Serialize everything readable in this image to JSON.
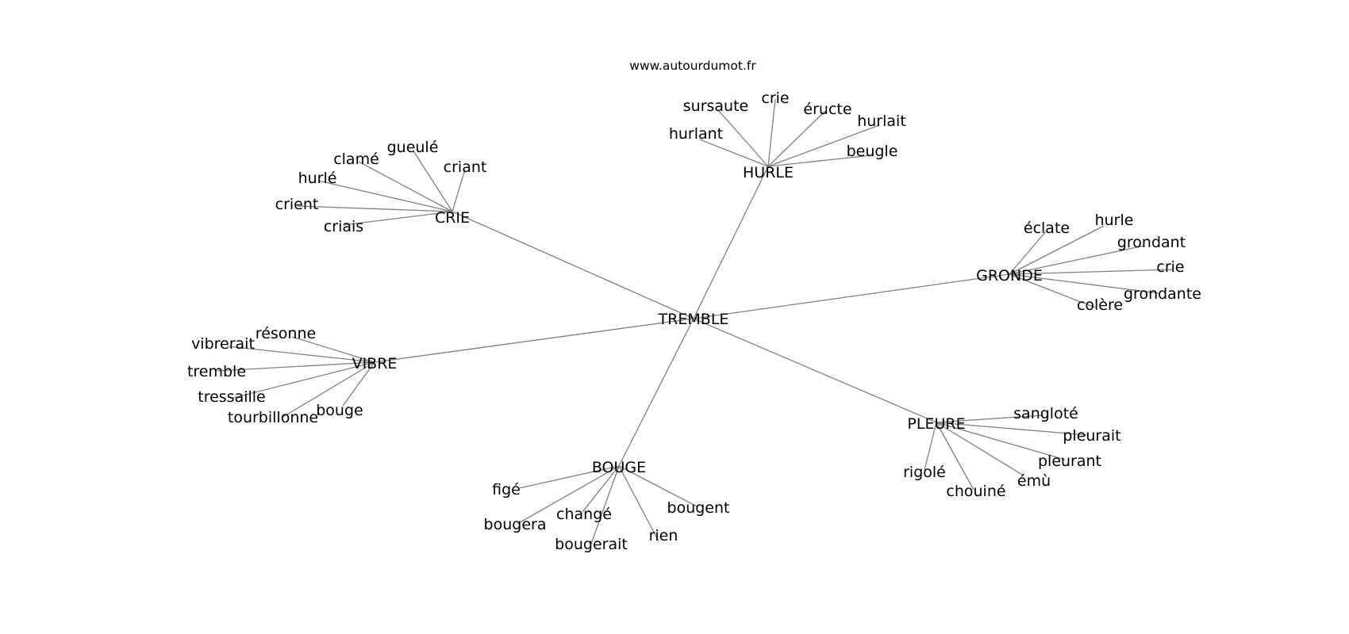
{
  "site_label": "www.autourdumot.fr",
  "center": "TREMBLE",
  "hubs": [
    {
      "label": "HURLE",
      "leaves": [
        "sursaute",
        "crie",
        "éructe",
        "hurlait",
        "hurlant",
        "beugle"
      ]
    },
    {
      "label": "CRIE",
      "leaves": [
        "clamé",
        "gueulé",
        "criant",
        "hurlé",
        "crient",
        "criais"
      ]
    },
    {
      "label": "GRONDE",
      "leaves": [
        "éclate",
        "hurle",
        "grondant",
        "crie",
        "grondante",
        "colère"
      ]
    },
    {
      "label": "VIBRE",
      "leaves": [
        "résonne",
        "vibrerait",
        "tremble",
        "tressaille",
        "tourbillonne",
        "bouge"
      ]
    },
    {
      "label": "PLEURE",
      "leaves": [
        "sangloté",
        "pleurait",
        "pleurant",
        "émù",
        "rigolé",
        "chouiné"
      ]
    },
    {
      "label": "BOUGE",
      "leaves": [
        "figé",
        "bougera",
        "changé",
        "bougerait",
        "rien",
        "bougent"
      ]
    }
  ]
}
